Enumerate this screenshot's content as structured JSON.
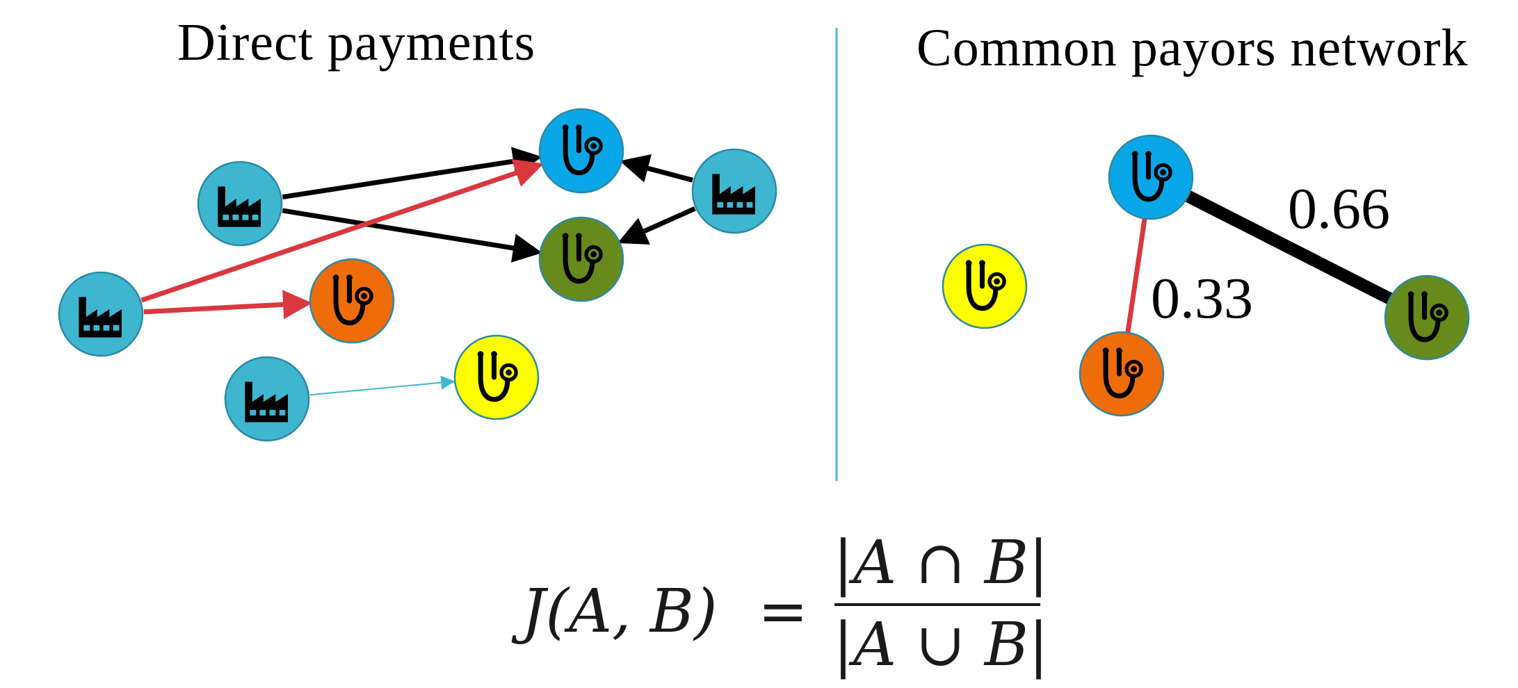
{
  "titles": {
    "left": "Direct payments",
    "right": "Common payors network"
  },
  "colors": {
    "factory_fill": "#3fb6d0",
    "factory_stroke": "#2a8aa3",
    "divider": "#59b8cc",
    "doctor_blue": "#0aa7e8",
    "doctor_green": "#668a1c",
    "doctor_orange": "#ef6c0b",
    "doctor_yellow": "#ffff00",
    "edge_black": "#000000",
    "edge_red": "#d9383f",
    "edge_teal": "#3fb6d0"
  },
  "icons": {
    "payor": "factory-icon",
    "physician": "stethoscope-icon"
  },
  "direct_payments": {
    "payors": [
      "p1",
      "p2",
      "p3",
      "p4"
    ],
    "physicians": [
      "blue",
      "green",
      "orange",
      "yellow"
    ],
    "edges": [
      {
        "from": "p1",
        "to": "blue",
        "color": "black"
      },
      {
        "from": "p1",
        "to": "green",
        "color": "black"
      },
      {
        "from": "p2",
        "to": "blue",
        "color": "black"
      },
      {
        "from": "p2",
        "to": "green",
        "color": "black"
      },
      {
        "from": "p3",
        "to": "blue",
        "color": "red"
      },
      {
        "from": "p3",
        "to": "orange",
        "color": "red"
      },
      {
        "from": "p4",
        "to": "yellow",
        "color": "teal"
      }
    ]
  },
  "common_payors": {
    "nodes": [
      "blue",
      "green",
      "orange",
      "yellow"
    ],
    "edges": [
      {
        "a": "blue",
        "b": "green",
        "weight": "0.66",
        "color": "black"
      },
      {
        "a": "blue",
        "b": "orange",
        "weight": "0.33",
        "color": "red"
      }
    ]
  },
  "formula": {
    "lhs": "J(A, B)",
    "equals": "=",
    "numerator": "|A ∩ B|",
    "denominator": "|A ∪ B|"
  }
}
